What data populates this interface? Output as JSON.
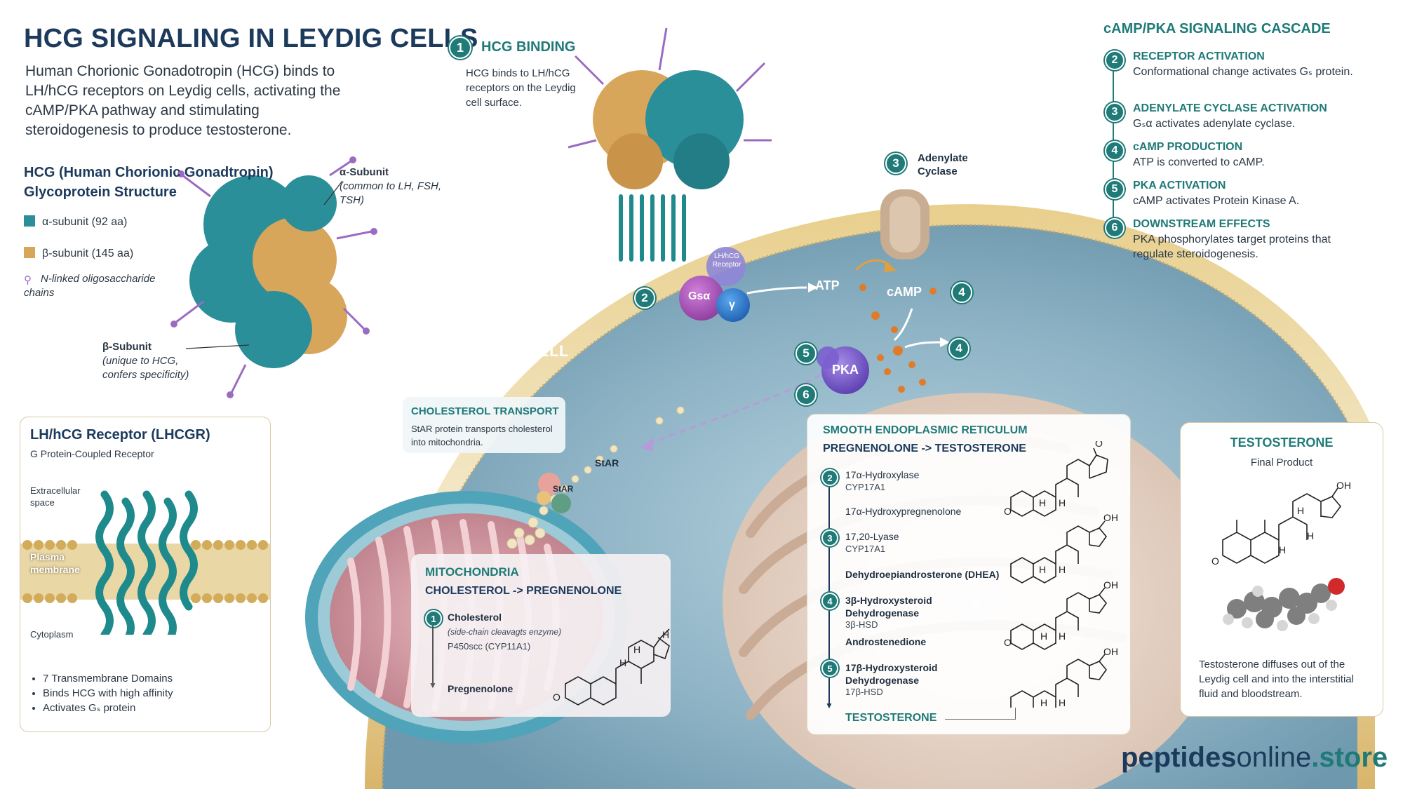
{
  "title": "HCG SIGNALING IN LEYDIG CELLS",
  "intro": "Human Chorionic Gonadotropin (HCG) binds to LH/hCG receptors on Leydig cells, activating the cAMP/PKA pathway and stimulating steroidogenesis to produce testosterone.",
  "glyco": {
    "heading_line1": "HCG (Human Chorionic Gonadtropin)",
    "heading_line2": "Glycoprotein Structure",
    "legend_alpha": "α-subunit (92 aa)",
    "legend_beta": "β-subunit (145 aa)",
    "legend_chain": "N-linked oligosaccharide chains",
    "alpha_label": "α-Subunit",
    "alpha_note": "(common to LH, FSH, TSH)",
    "beta_label": "β-Subunit",
    "beta_note": "(unique to HCG, confers specificity)"
  },
  "receptor_panel": {
    "title": "LH/hCG Receptor (LHCGR)",
    "subtitle": "G Protein-Coupled Receptor",
    "extracellular": "Extracellular space",
    "membrane": "Plasma membrane",
    "cytoplasm": "Cytoplasm",
    "bullets": [
      "7 Transmembrane Domains",
      "Binds HCG with high affinity",
      "Activates Gₛ protein"
    ]
  },
  "binding": {
    "num": "1",
    "heading": "HCG BINDING",
    "text": "HCG binds to LH/hCG receptors on the Leydig cell surface."
  },
  "cell": {
    "label": "LEYDIG CELL",
    "adenylate_num": "3",
    "adenylate_label": "Adenylate Cyclase",
    "receptor_small": "LH/hCG Receptor",
    "gsa": "Gsα",
    "gamma": "γ",
    "atp": "ATP",
    "camp": "cAMP",
    "pka": "PKA",
    "star": "StAR",
    "badges": [
      "2",
      "4",
      "4",
      "5",
      "6"
    ]
  },
  "cascade": {
    "heading": "cAMP/PKA SIGNALING CASCADE",
    "items": [
      {
        "num": "2",
        "title": "RECEPTOR ACTIVATION",
        "text": "Conformational change activates Gₛ protein."
      },
      {
        "num": "3",
        "title": "ADENYLATE CYCLASE ACTIVATION",
        "text": "Gₛα activates adenylate cyclase."
      },
      {
        "num": "4",
        "title": "cAMP PRODUCTION",
        "text": "ATP is converted to cAMP."
      },
      {
        "num": "5",
        "title": "PKA ACTIVATION",
        "text": "cAMP activates Protein Kinase A."
      },
      {
        "num": "6",
        "title": "DOWNSTREAM EFFECTS",
        "text": "PKA phosphorylates target proteins that regulate steroidogenesis."
      }
    ]
  },
  "chol_transport": {
    "title": "CHOLESTEROL TRANSPORT",
    "text": "StAR protein transports cholesterol into mitochondria."
  },
  "mito": {
    "title": "MITOCHONDRIA",
    "subtitle": "CHOLESTEROL -> PREGNENOLONE",
    "num": "1",
    "start": "Cholesterol",
    "enzyme_note": "(side-chain cleavagts enzyme)",
    "enzyme": "P450scc (CYP11A1)",
    "product": "Pregnenolone"
  },
  "ser": {
    "title": "SMOOTH ENDOPLASMIC RETICULUM",
    "subtitle": "PREGNENOLONE -> TESTOSTERONE",
    "steps": [
      {
        "num": "2",
        "enzyme": "17α-Hydroxylase",
        "gene": "CYP17A1"
      },
      {
        "product": "17α-Hydroxypregnenolone"
      },
      {
        "num": "3",
        "enzyme": "17,20-Lyase",
        "gene": "CYP17A1"
      },
      {
        "product": "Dehydroepiandrosterone (DHEA)"
      },
      {
        "num": "4",
        "enzyme": "3β-Hydroxysteroid Dehydrogenase",
        "gene": "3β-HSD"
      },
      {
        "product": "Androstenedione"
      },
      {
        "num": "5",
        "enzyme": "17β-Hydroxysteroid Dehydrogenase",
        "gene": "17β-HSD"
      }
    ],
    "final": "TESTOSTERONE"
  },
  "testosterone": {
    "title": "TESTOSTERONE",
    "subtitle": "Final Product",
    "text": "Testosterone diffuses out of the Leydig cell and into the interstitial fluid and bloodstream."
  },
  "chem": {
    "H": "H",
    "O": "O",
    "OH": "OH"
  },
  "brand": {
    "part1": "peptides",
    "part2": "online",
    "part3": ".store"
  },
  "colors": {
    "teal": "#1f7a78",
    "navy": "#1b3a5c",
    "alpha": "#2b8f9a",
    "beta": "#d8a65a",
    "glycan": "#9b6bc2"
  }
}
